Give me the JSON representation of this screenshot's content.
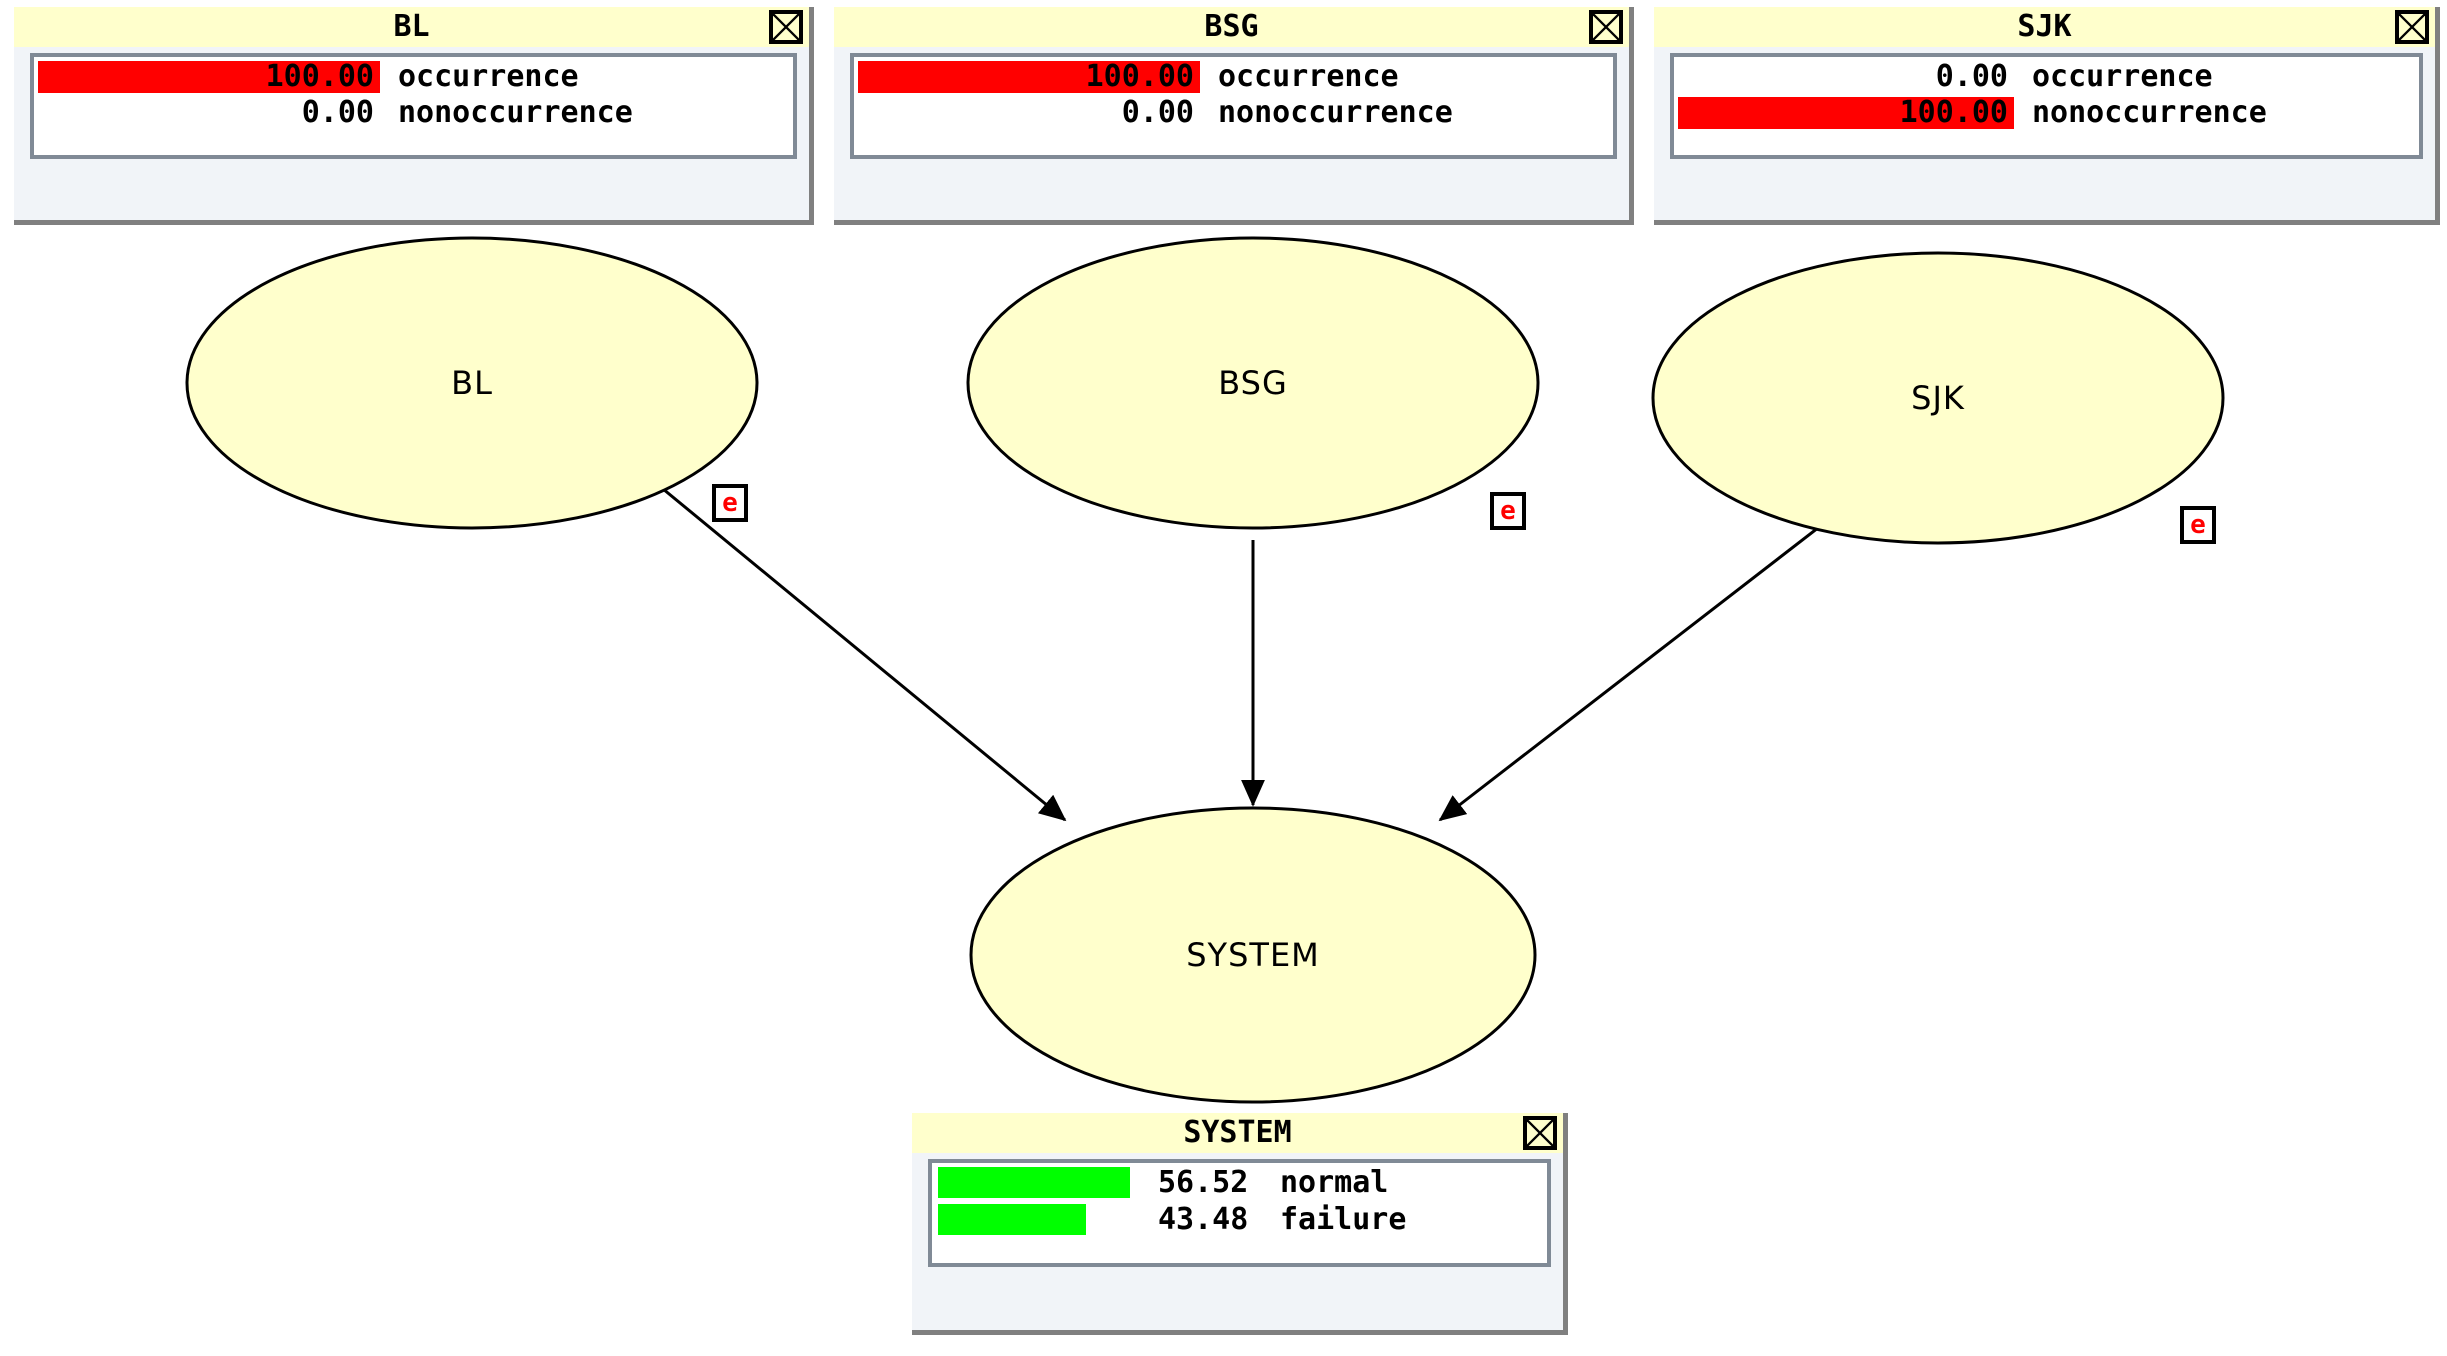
{
  "app": {
    "type": "bayesian-network-diagram",
    "background": "#ffffff",
    "node_fill": "#ffffcc",
    "node_stroke": "#000000",
    "titlebar_color": "#ffffcc",
    "bar_red": "#ff0000",
    "bar_green": "#00ff00",
    "evidence_letter": "e"
  },
  "panels": [
    {
      "title": "BL",
      "close_icon": "close-x-icon",
      "style": "red",
      "rows": [
        {
          "value": "100.00",
          "label": "occurrence",
          "percent": 100
        },
        {
          "value": "0.00",
          "label": "nonoccurrence",
          "percent": 0
        }
      ]
    },
    {
      "title": "BSG",
      "close_icon": "close-x-icon",
      "style": "red",
      "rows": [
        {
          "value": "100.00",
          "label": "occurrence",
          "percent": 100
        },
        {
          "value": "0.00",
          "label": "nonoccurrence",
          "percent": 0
        }
      ]
    },
    {
      "title": "SJK",
      "close_icon": "close-x-icon",
      "style": "red",
      "rows": [
        {
          "value": "0.00",
          "label": "occurrence",
          "percent": 0
        },
        {
          "value": "100.00",
          "label": "nonoccurrence",
          "percent": 100
        }
      ]
    },
    {
      "title": "SYSTEM",
      "close_icon": "close-x-icon",
      "style": "green",
      "rows": [
        {
          "value": "56.52",
          "label": "normal",
          "percent": 56.52
        },
        {
          "value": "43.48",
          "label": "failure",
          "percent": 43.48
        }
      ]
    }
  ],
  "nodes": [
    {
      "id": "BL",
      "label": "BL"
    },
    {
      "id": "BSG",
      "label": "BSG"
    },
    {
      "id": "SJK",
      "label": "SJK"
    },
    {
      "id": "SYSTEM",
      "label": "SYSTEM"
    }
  ],
  "edges": [
    {
      "from": "BL",
      "to": "SYSTEM"
    },
    {
      "from": "BSG",
      "to": "SYSTEM"
    },
    {
      "from": "SJK",
      "to": "SYSTEM"
    }
  ],
  "evidence_markers": [
    {
      "node": "BL",
      "letter": "e"
    },
    {
      "node": "BSG",
      "letter": "e"
    },
    {
      "node": "SJK",
      "letter": "e"
    }
  ]
}
